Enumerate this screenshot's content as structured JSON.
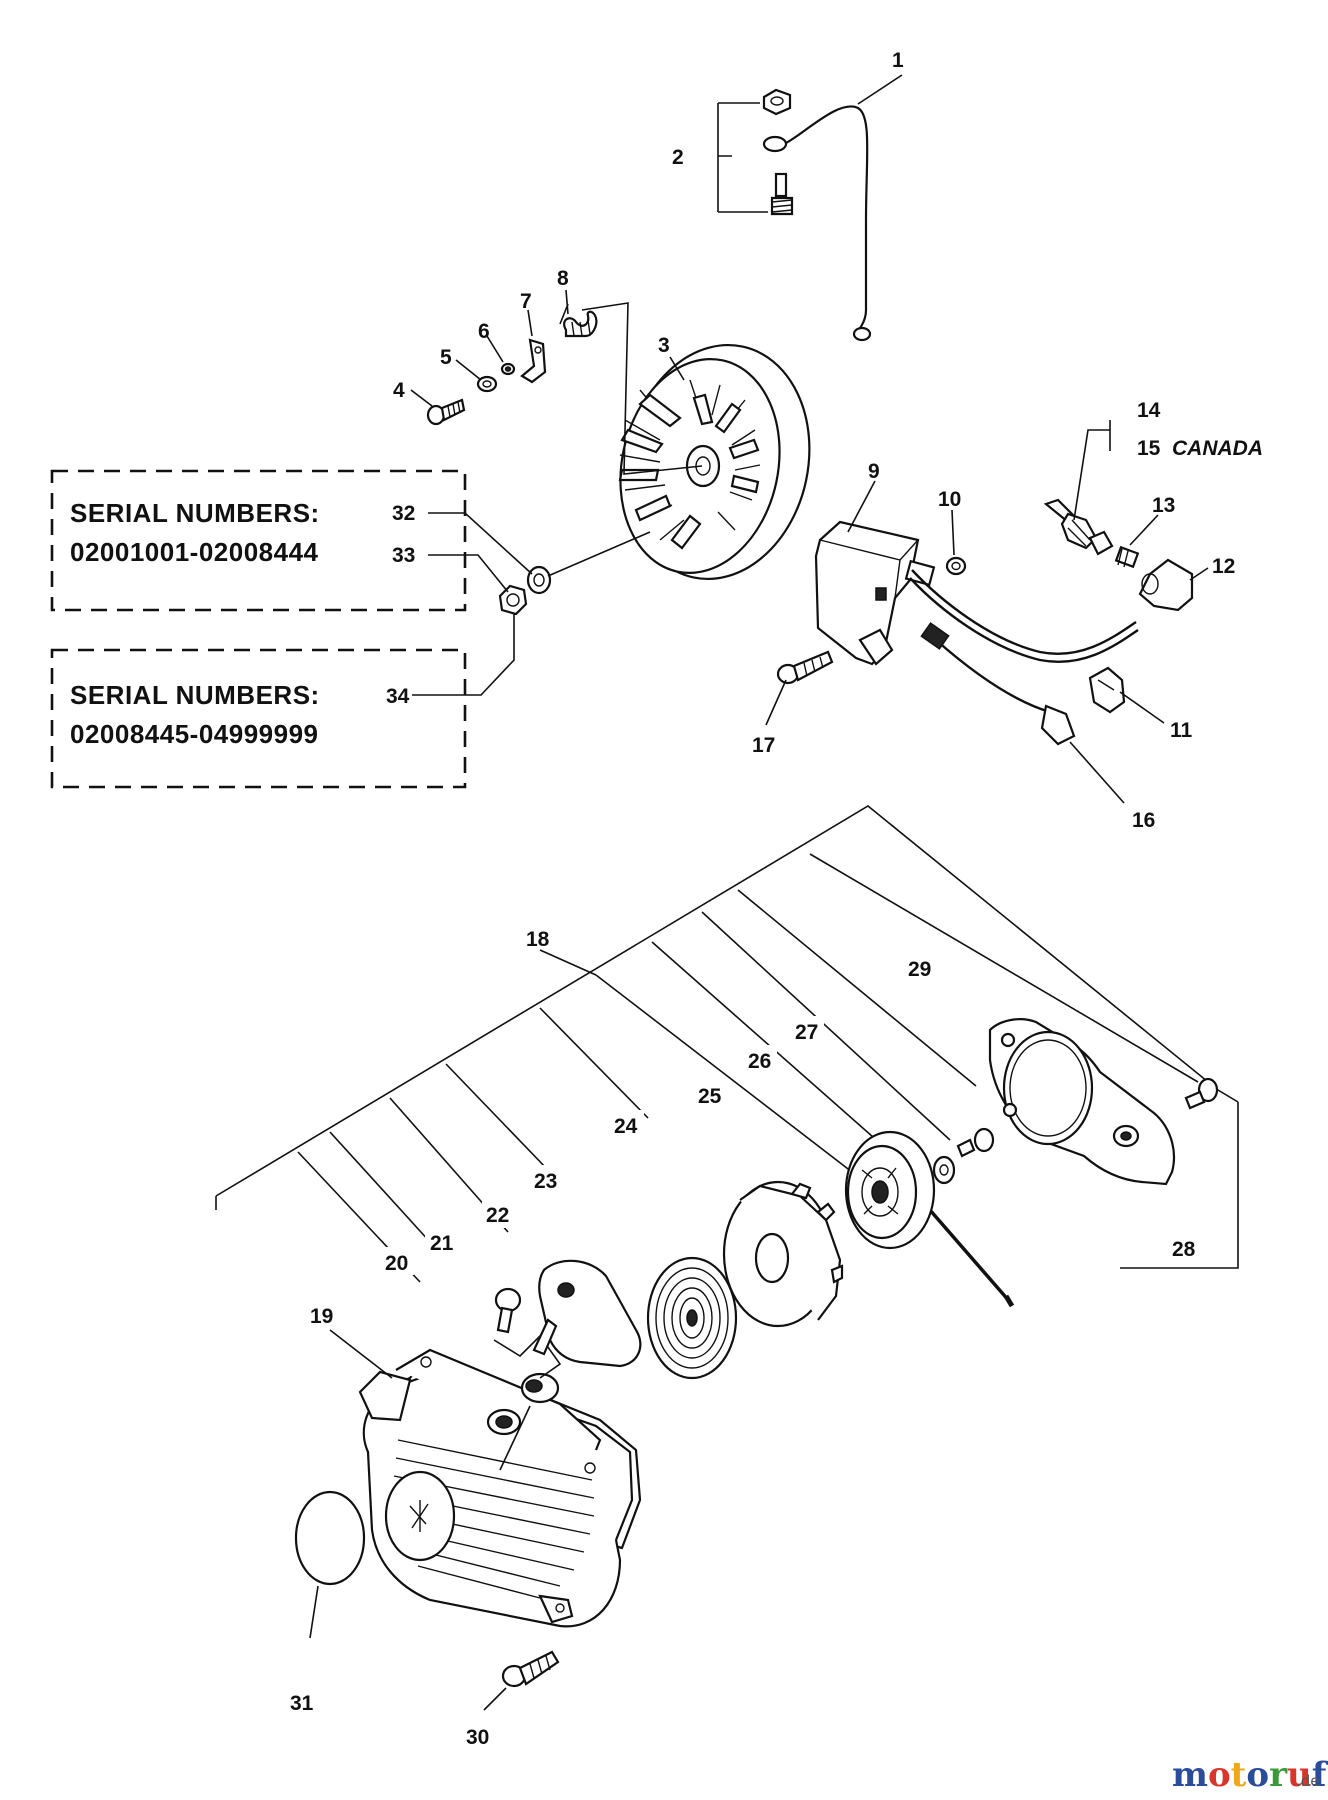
{
  "labels": {
    "p1": "1",
    "p2": "2",
    "p3": "3",
    "p4": "4",
    "p5": "5",
    "p6": "6",
    "p7": "7",
    "p8": "8",
    "p9": "9",
    "p10": "10",
    "p11": "11",
    "p12": "12",
    "p13": "13",
    "p14": "14",
    "p15": "15",
    "p15_note": "CANADA",
    "p16": "16",
    "p17": "17",
    "p18": "18",
    "p19": "19",
    "p20": "20",
    "p21": "21",
    "p22": "22",
    "p23": "23",
    "p24": "24",
    "p25": "25",
    "p26": "26",
    "p27": "27",
    "p28": "28",
    "p29": "29",
    "p30": "30",
    "p31": "31",
    "p32": "32",
    "p33": "33",
    "p34": "34"
  },
  "serial_box_1": {
    "heading": "SERIAL NUMBERS:",
    "range": "02001001-02008444"
  },
  "serial_box_2": {
    "heading": "SERIAL NUMBERS:",
    "range": "02008445-04999999"
  },
  "watermark": {
    "letters": [
      {
        "ch": "m",
        "color": "#2b4c9b"
      },
      {
        "ch": "o",
        "color": "#d9362b"
      },
      {
        "ch": "t",
        "color": "#f0a818"
      },
      {
        "ch": "o",
        "color": "#2b4c9b"
      },
      {
        "ch": "r",
        "color": "#3a9a3a"
      },
      {
        "ch": "u",
        "color": "#d9362b"
      },
      {
        "ch": "f",
        "color": "#2b4c9b"
      }
    ],
    "suffix": ".de"
  }
}
